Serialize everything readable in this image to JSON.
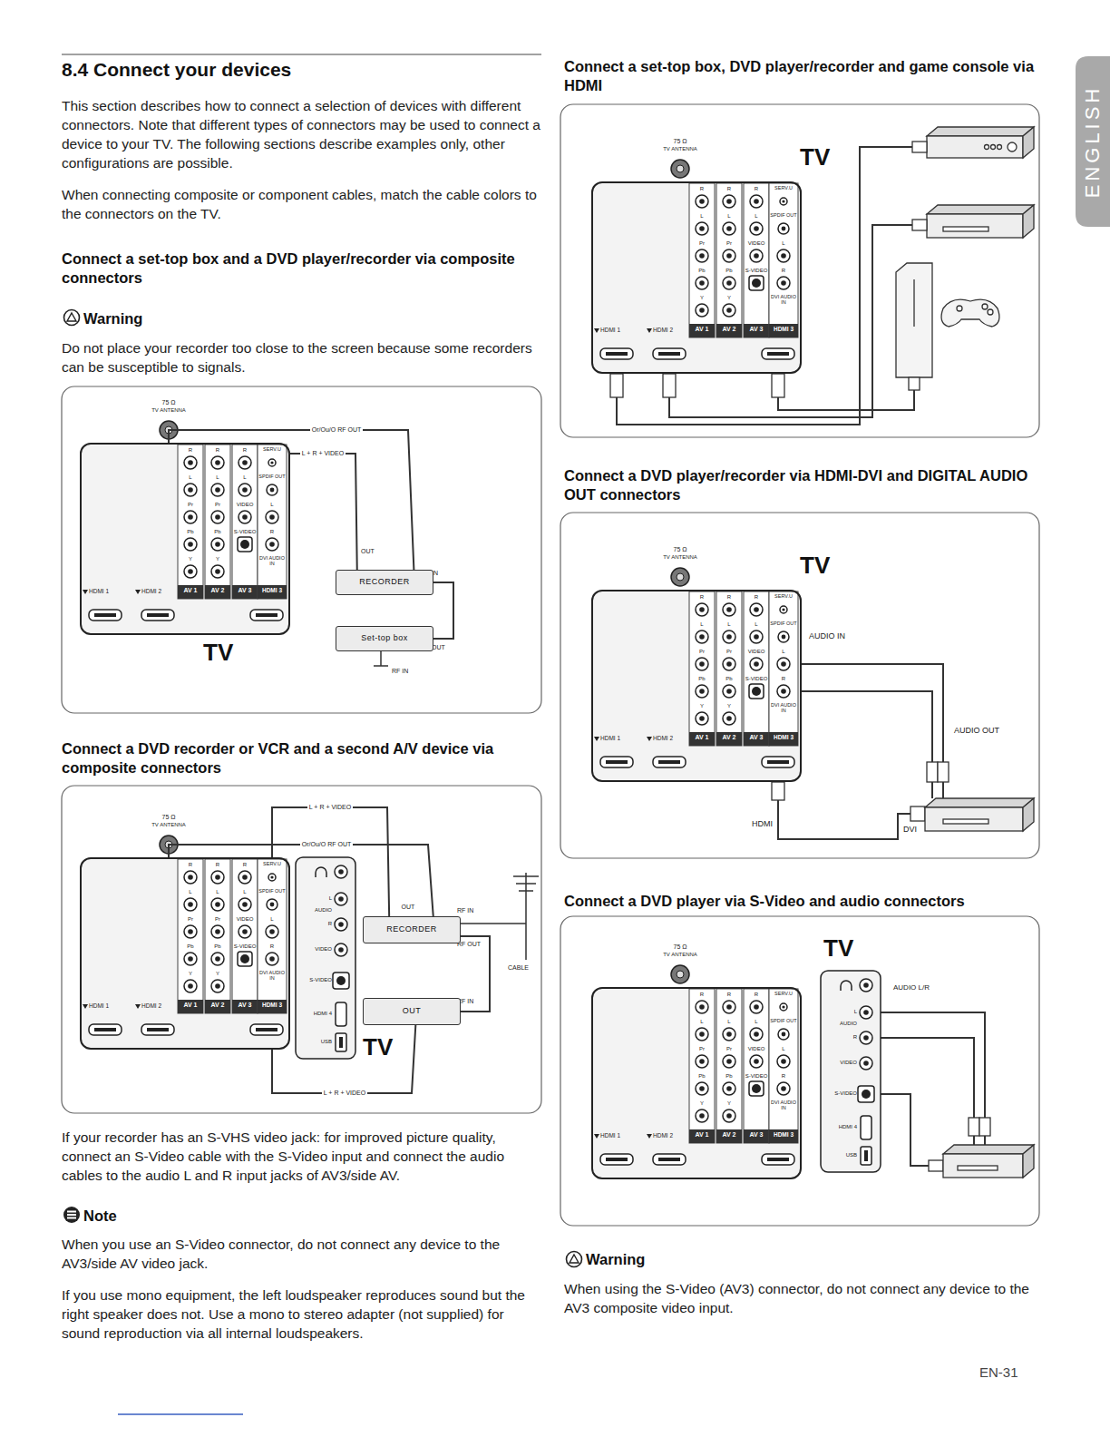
{
  "diagram": {
    "title": "8.4 Connect your devices",
    "nodes": [
      {
        "text": [
          "TV"
        ]
      },
      {
        "text": [
          "RECORDER"
        ]
      },
      {
        "text": [
          "Set-top box"
        ]
      },
      {
        "text": [
          "TV"
        ]
      },
      {
        "text": [
          "RECORDER"
        ]
      },
      {
        "text": [
          "OUT"
        ]
      },
      {
        "text": [
          "TV"
        ]
      },
      {
        "text": [
          "TV"
        ]
      },
      {
        "text": [
          "TV"
        ]
      }
    ],
    "edges": [
      {
        "from": 0,
        "to": 1,
        "label": "Or/Ou/O RF OUT",
        "arrow": "none"
      },
      {
        "from": 1,
        "to": 0,
        "label": "L + R + VIDEO",
        "arrow": "none"
      },
      {
        "from": 2,
        "to": 1,
        "arrow": "none"
      },
      {
        "from": 3,
        "to": 4,
        "label": "Or/Ou/O RF OUT",
        "arrow": "none"
      },
      {
        "from": 4,
        "to": 3,
        "label": "L + R + VIDEO",
        "arrow": "none"
      },
      {
        "from": 5,
        "to": 3,
        "label": "L + R + VIDEO",
        "arrow": "none"
      },
      {
        "from": 4,
        "to": 5,
        "arrow": "none"
      }
    ],
    "labels": [
      "This section describes how to connect a selection of devices with different connectors. Note that different types of connectors may be used to connect a device to your TV. The following sections describe examples only, other configurations are possible.",
      "When connecting composite or component cables, match the cable colors to the connectors on the TV.",
      "Connect a set-top box and a DVD player/recorder via composite connectors",
      "Warning",
      "Do not place your recorder too close to the screen because some recorders can be susceptible to signals.",
      "75 Ω",
      "TV ANTENNA",
      "R",
      "L",
      "Pr",
      "Pb",
      "Y",
      "R",
      "L",
      "Pr",
      "Pb",
      "Y",
      "R",
      "L",
      "VIDEO",
      "S-VIDEO",
      "SERV.U",
      "SPDIF OUT",
      "L",
      "R",
      "DVI AUDIO IN",
      "AV 1",
      "AV 2",
      "AV 3",
      "HDMI 1",
      "HDMI 2",
      "HDMI 3",
      "OUT",
      "IN",
      "OUT",
      "RF IN",
      "Connect a DVD recorder or VCR and a second A/V device via composite connectors",
      "75 Ω",
      "TV ANTENNA",
      "R",
      "L",
      "Pr",
      "Pb",
      "Y",
      "R",
      "L",
      "Pr",
      "Pb",
      "Y",
      "R",
      "L",
      "VIDEO",
      "S-VIDEO",
      "SERV.U",
      "SPDIF OUT",
      "L",
      "R",
      "DVI AUDIO IN",
      "AV 1",
      "AV 2",
      "AV 3",
      "HDMI 1",
      "HDMI 2",
      "HDMI 3",
      "L",
      "AUDIO",
      "R",
      "VIDEO",
      "S-VIDEO",
      "HDMI 4",
      "USB",
      "OUT",
      "RF IN",
      "RF OUT",
      "CABLE",
      "RF IN",
      "If your recorder has an S-VHS video jack: for improved picture quality, connect an S-Video cable with the S-Video input and connect the audio cables to the audio L and R input jacks of AV3/side AV.",
      "Note",
      "When you use an S-Video connector, do not connect any device to the AV3/side AV video jack.",
      "If you use mono equipment, the left loudspeaker reproduces sound but the right speaker does not. Use a mono to stereo adapter (not supplied) for sound reproduction via all internal loudspeakers.",
      "Connect a set-top box, DVD player/recorder and game console via HDMI",
      "75 Ω",
      "TV ANTENNA",
      "R",
      "L",
      "Pr",
      "Pb",
      "Y",
      "R",
      "L",
      "Pr",
      "Pb",
      "Y",
      "R",
      "L",
      "VIDEO",
      "S-VIDEO",
      "SERV.U",
      "SPDIF OUT",
      "L",
      "R",
      "DVI AUDIO IN",
      "AV 1",
      "AV 2",
      "AV 3",
      "HDMI 1",
      "HDMI 2",
      "HDMI 3",
      "Connect a DVD player/recorder via HDMI-DVI and DIGITAL AUDIO OUT connectors",
      "75 Ω",
      "TV ANTENNA",
      "R",
      "L",
      "Pr",
      "Pb",
      "Y",
      "R",
      "L",
      "Pr",
      "Pb",
      "Y",
      "R",
      "L",
      "VIDEO",
      "S-VIDEO",
      "SERV.U",
      "SPDIF OUT",
      "L",
      "R",
      "DVI AUDIO IN",
      "AV 1",
      "AV 2",
      "AV 3",
      "HDMI 1",
      "HDMI 2",
      "HDMI 3",
      "AUDIO IN",
      "AUDIO OUT",
      "HDMI",
      "DVI",
      "Connect a DVD player via S-Video and audio connectors",
      "75 Ω",
      "TV ANTENNA",
      "R",
      "L",
      "Pr",
      "Pb",
      "Y",
      "R",
      "L",
      "Pr",
      "Pb",
      "Y",
      "R",
      "L",
      "VIDEO",
      "S-VIDEO",
      "SERV.U",
      "SPDIF OUT",
      "L",
      "R",
      "DVI AUDIO IN",
      "AV 1",
      "AV 2",
      "AV 3",
      "HDMI 1",
      "HDMI 2",
      "HDMI 3",
      "L",
      "AUDIO",
      "R",
      "VIDEO",
      "S-VIDEO",
      "HDMI 4",
      "USB",
      "AUDIO L/R",
      "Warning",
      "When using the S-Video (AV3) connector, do not connect any device to the AV3 composite video input.",
      "EN-31",
      "ENGLISH"
    ]
  }
}
